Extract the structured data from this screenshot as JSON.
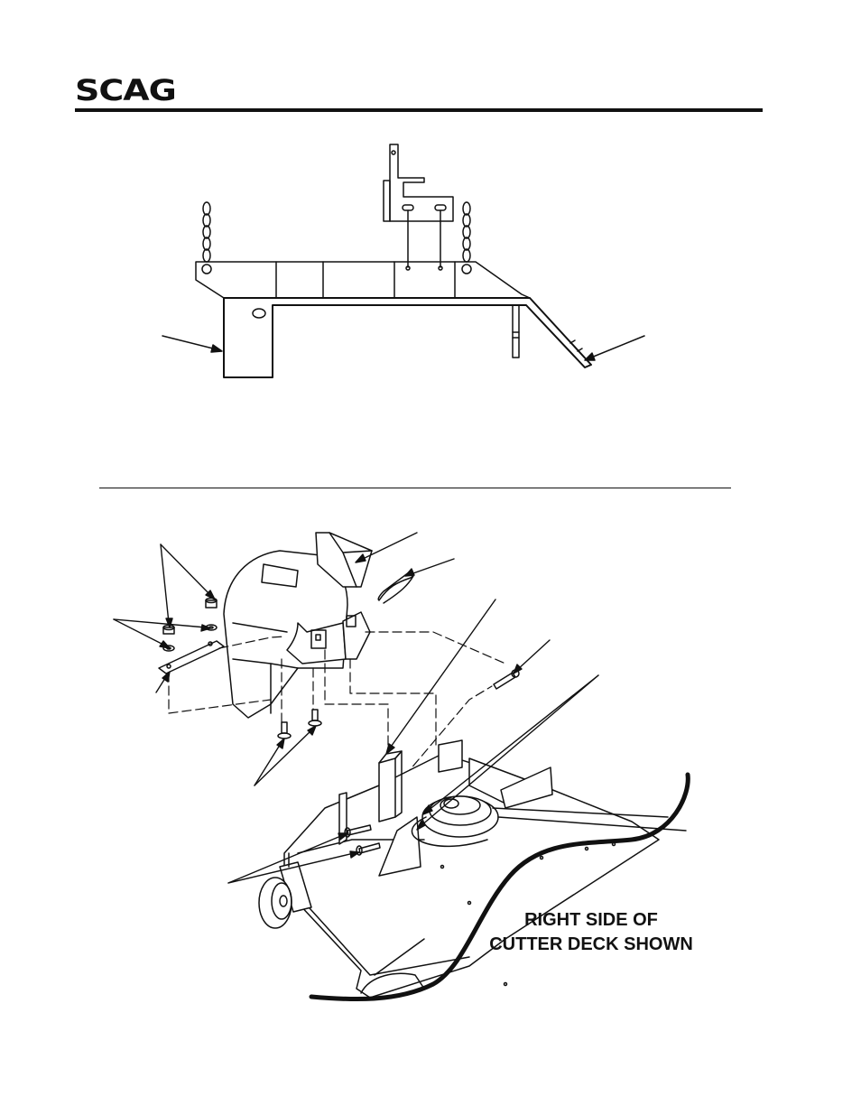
{
  "header": {
    "logo_text": "SCAG"
  },
  "figure_bottom": {
    "caption_line1": "RIGHT SIDE OF",
    "caption_line2": "CUTTER DECK SHOWN"
  }
}
